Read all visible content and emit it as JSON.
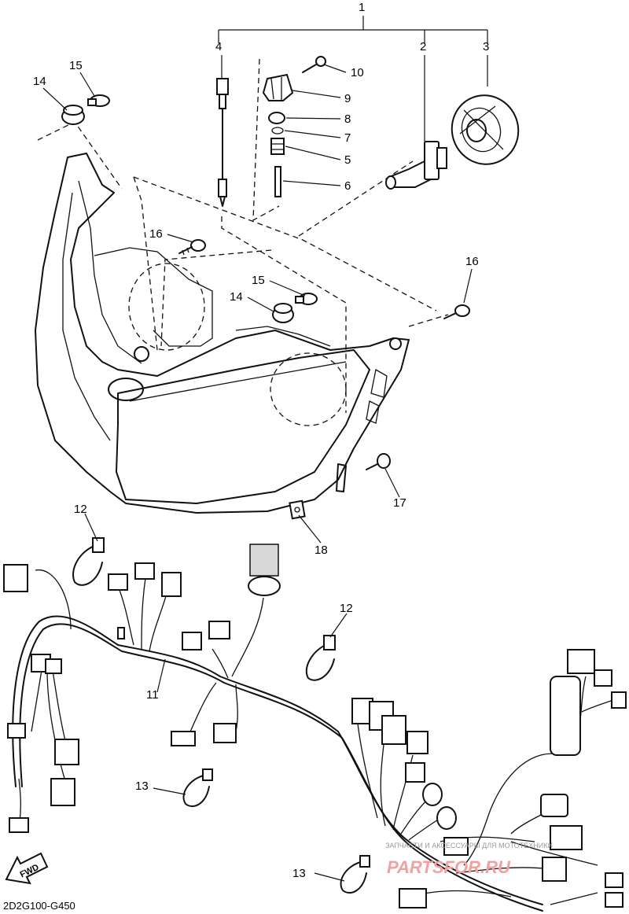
{
  "diagram_code": "2D2G100-G450",
  "fwd_label": "FWD",
  "callouts": [
    "1",
    "2",
    "3",
    "4",
    "5",
    "6",
    "7",
    "8",
    "9",
    "10",
    "11",
    "12",
    "12",
    "13",
    "13",
    "14",
    "14",
    "15",
    "15",
    "16",
    "16",
    "17",
    "18"
  ],
  "watermark": {
    "text": "PARTSFOR.RU",
    "subtext": "ЗАПЧАСТИ И АКСЕССУАРЫ ДЛЯ МОТОТЕХНИКИ"
  }
}
